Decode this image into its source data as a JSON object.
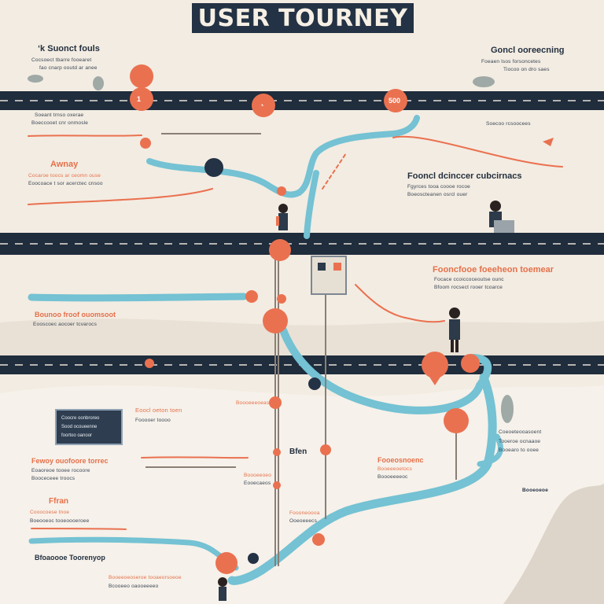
{
  "title": "USER TOURNEY",
  "labels": {
    "top_left_head": "‘k Suonct fouls",
    "top_left_l1": "Cocsoect tbarre fooearet",
    "top_left_l2": "fao cnarp ooutd ar anee",
    "top_right_head": "Goncl ooreecning",
    "top_right_l1": "Foeaen lsos forsoncetes",
    "top_right_l2": "Tiocoo on dro saes",
    "left_mid_small": "Soeant trnso oxerae",
    "left_mid_small2": "Boeccooet cnr onmosle",
    "awnay_head": "Awnay",
    "awnay_l1": "Cocaroe toocs ar ceomn ouse",
    "awnay_l2": "Eoocoace t sor acerctec cnsoo",
    "right_head": "Fooncl dcinccer cubcirnacs",
    "right_l1": "Fgyrces tooa coooe rocoe",
    "right_l2": "Boeoscteanen osrcl ouer",
    "right_l3": "Soecoo rcsoocees",
    "mid_right_head": "Fooncfooe foeeheon toemear",
    "mid_right_l1": "Focace ccoiccoceoutse ounc",
    "mid_right_l2": "Bfoom rocsect rooer tcoarce",
    "left_head2": "Bounoo froof ouomsoot",
    "left_l3": "Eooscoec aocoer tcvarocs",
    "card_l1": "Coocre oonbroreo",
    "card_l2": "Sood ocoueenne",
    "card_l3": "foortoo oanoor",
    "center_l1": "Eoocl oeton toen",
    "center_l2": "Fooooer toooo",
    "center_l3": "Boooeeeoeas",
    "right_low_l1": "Coeoeteooasoent",
    "right_low_l2": "Tooeroe ocnaaoe",
    "right_low_l3": "Booearo to ooee",
    "left_low_head": "Fewoy ouofoore torrec",
    "left_low_l1": "Eoaoreoe tooee rocoore",
    "left_low_l2": "Booceceee troocs",
    "mid_low_head": "Boooeeoeo",
    "mid_low_l1": "Eooecaeos",
    "mid_low_l2": "Ooeoeeecs",
    "center_low_head": "Bfen",
    "center_low_l1": "Foooneoooa",
    "right_low_head": "Fooeosnoenc",
    "right_low_l4": "Booeeeoetocs",
    "right_low_l5": "Boooeeeeoc",
    "bottom_right_small": "Booeoeoe",
    "ffran_head": "Ffran",
    "ffran_l1": "Cooocoese tnoe",
    "ffran_l2": "Boeooeoc tooeoooeroee",
    "bottom_left_head": "Bfoaoooe Toorenyop",
    "bottom_l1": "Booeeoeoseroe tooaeorsoeoe",
    "bottom_l2": "Bcooeeo oaooeeeeo"
  },
  "pin_labels": {
    "p1": "1",
    "p2": "◔",
    "p3": "500"
  },
  "colors": {
    "road": "#1f2d3d",
    "river": "#74c2d3",
    "accent": "#ea7150",
    "background": "#f3ece2"
  }
}
